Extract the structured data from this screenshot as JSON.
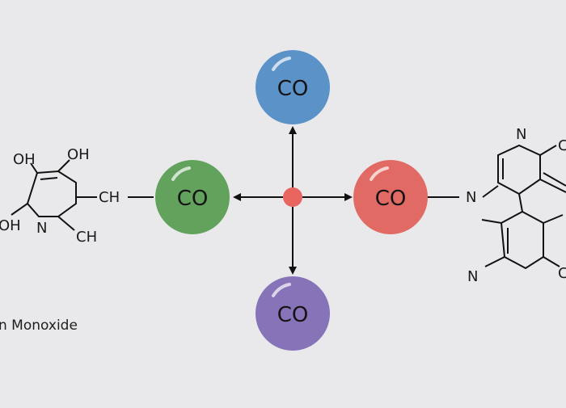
{
  "caption": "n Monoxide",
  "colors": {
    "background": "#e9e9eb",
    "top_node": "#5b92c8",
    "left_node": "#63a25c",
    "right_node": "#e26a64",
    "bottom_node": "#8773b8",
    "center_hub": "#e86560",
    "line": "#111111"
  },
  "nodes": {
    "top": {
      "label": "CO",
      "color": "top_node"
    },
    "left": {
      "label": "CO",
      "color": "left_node"
    },
    "right": {
      "label": "CO",
      "color": "right_node"
    },
    "bottom": {
      "label": "CO",
      "color": "bottom_node"
    }
  },
  "left_molecule": {
    "labels": {
      "oh_top_left": "OH",
      "oh_top_right": "OH",
      "ch_right": "CH",
      "nitrogen": "N",
      "ch_bottom": "CH",
      "oh_bottom_left": "OH"
    }
  },
  "right_molecule": {
    "labels": {
      "n_top": "N",
      "n_left": "N",
      "n_bottom": "N",
      "o_top_right": "C",
      "o_bottom_right": "C"
    }
  }
}
